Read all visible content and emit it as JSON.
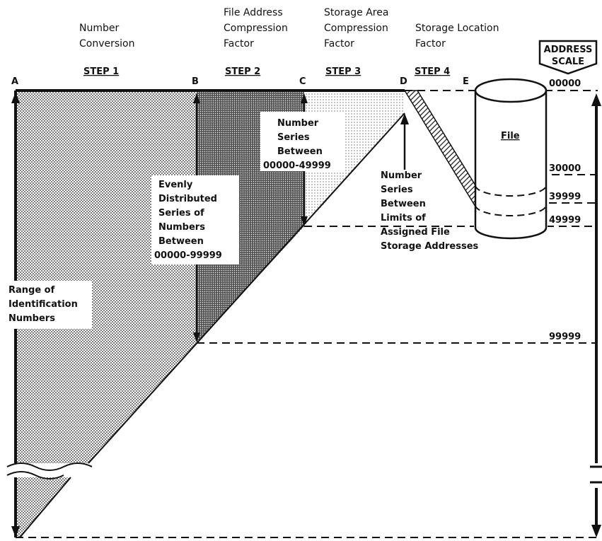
{
  "headers": {
    "step1_title": [
      "Number",
      "Conversion"
    ],
    "step2_title": [
      "File Address",
      "Compression",
      "Factor"
    ],
    "step3_title": [
      "Storage Area",
      "Compression",
      "Factor"
    ],
    "step4_title": [
      "Storage Location",
      "Factor"
    ],
    "step1": "STEP 1",
    "step2": "STEP 2",
    "step3": "STEP 3",
    "step4": "STEP 4"
  },
  "points": {
    "a": "A",
    "b": "B",
    "c": "C",
    "d": "D",
    "e": "E"
  },
  "address_scale": {
    "title": [
      "ADDRESS",
      "SCALE"
    ]
  },
  "addresses": {
    "a00000": "00000",
    "a30000": "30000",
    "a39999": "39999",
    "a49999": "49999",
    "a99999": "99999"
  },
  "labels": {
    "range": [
      "Range of",
      "Identification",
      "Numbers"
    ],
    "evenly": [
      "Evenly",
      "Distributed",
      "Series of",
      "Numbers",
      "Between",
      "00000-99999"
    ],
    "series_c": [
      "Number",
      "Series",
      "Between",
      "00000-49999"
    ],
    "series_d": [
      "Number",
      "Series",
      "Between",
      "Limits of",
      "Assigned File",
      "Storage Addresses"
    ],
    "file": "File"
  }
}
